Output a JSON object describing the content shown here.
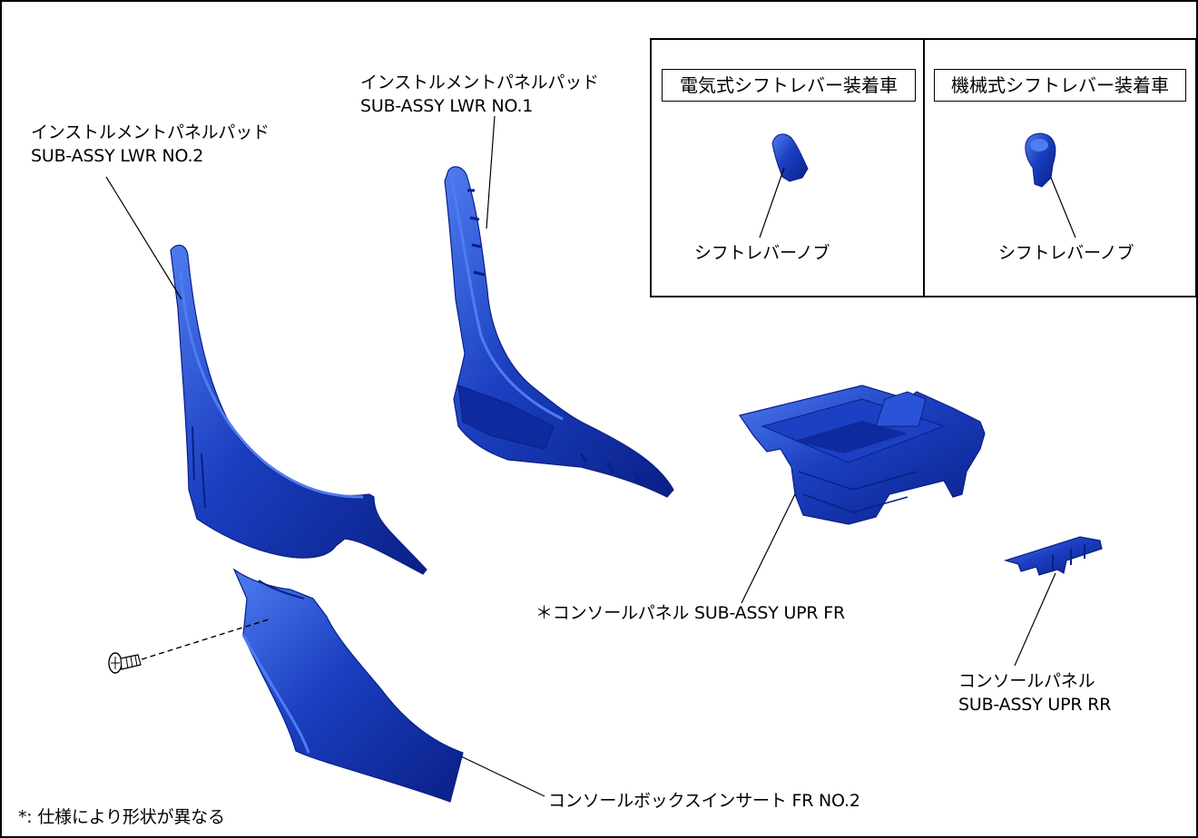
{
  "colors": {
    "part": "#1a3fc0",
    "part_dark": "#0a1f86",
    "part_light": "#4f7cf0",
    "line": "#000000",
    "frame": "#000000"
  },
  "labels": {
    "lwr_no2_line1": "インストルメントパネルパッド",
    "lwr_no2_line2": "SUB-ASSY LWR NO.2",
    "lwr_no1_line1": "インストルメントパネルパッド",
    "lwr_no1_line2": "SUB-ASSY LWR NO.1",
    "console_upr_fr": "＊コンソールパネル SUB-ASSY UPR FR",
    "console_upr_rr_line1": "コンソールパネル",
    "console_upr_rr_line2": "SUB-ASSY UPR RR",
    "box_insert": "コンソールボックスインサート FR NO.2",
    "footnote": "*: 仕様により形状が異なる"
  },
  "inset": {
    "left_title": "電気式シフトレバー装着車",
    "right_title": "機械式シフトレバー装着車",
    "left_part": "シフトレバーノブ",
    "right_part": "シフトレバーノブ"
  },
  "icons": [
    "screw-icon"
  ]
}
